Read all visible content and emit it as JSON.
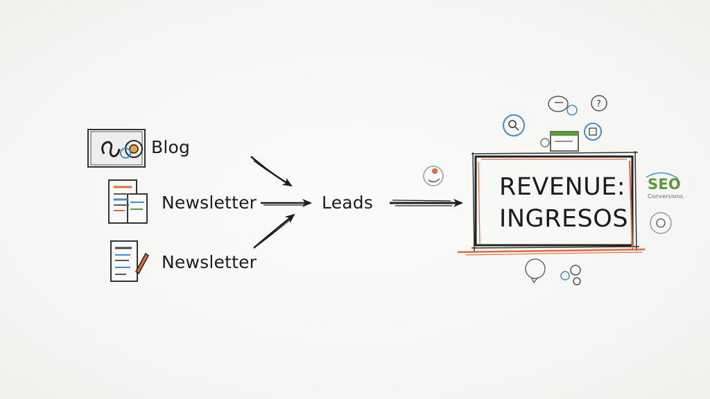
{
  "diagram": {
    "sources": [
      {
        "label": "Blog",
        "icon": "blog-sketch-icon"
      },
      {
        "label": "Newsletter",
        "icon": "newsletter-document-icon"
      },
      {
        "label": "Newsletter",
        "icon": "newsletter-pen-icon"
      }
    ],
    "middle": {
      "label": "Leads"
    },
    "target": {
      "line1": "REVENUE:",
      "line2": "INGRESOS"
    },
    "badge": {
      "label": "SEO",
      "sub": "Conversions"
    },
    "colors": {
      "ink": "#1e1e1e",
      "accent_orange": "#e2693a",
      "accent_blue": "#3b8fd0",
      "seo_green": "#5a9a3a"
    }
  }
}
